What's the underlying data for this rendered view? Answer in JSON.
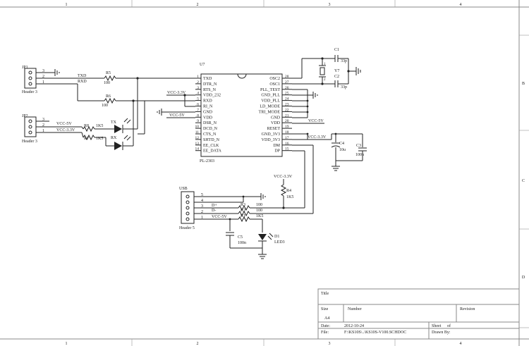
{
  "border": {
    "top_cols": [
      "1",
      "2",
      "3",
      "4"
    ],
    "bottom_cols": [
      "1",
      "2",
      "3",
      "4"
    ],
    "right_rows": [
      "B",
      "C",
      "D"
    ]
  },
  "parts": {
    "jp1": {
      "ref": "JP1",
      "name": "Header 3",
      "pins": [
        "3",
        "2",
        "1"
      ]
    },
    "jp2": {
      "ref": "JP2",
      "name": "Header 3",
      "pins": [
        "3",
        "2",
        "1"
      ]
    },
    "usb": {
      "ref": "USB",
      "name": "Header 5",
      "pins": [
        "5",
        "4",
        "3",
        "2",
        "1"
      ]
    },
    "u7": {
      "ref": "U7",
      "name": "PL-2303",
      "left_pins": [
        {
          "num": "1",
          "name": "TXD"
        },
        {
          "num": "2",
          "name": "DTR_N"
        },
        {
          "num": "3",
          "name": "RTS_N"
        },
        {
          "num": "4",
          "name": "VDD_232"
        },
        {
          "num": "5",
          "name": "RXD"
        },
        {
          "num": "6",
          "name": "RI_N"
        },
        {
          "num": "7",
          "name": "GND"
        },
        {
          "num": "8",
          "name": "VDD"
        },
        {
          "num": "9",
          "name": "DSR_N"
        },
        {
          "num": "10",
          "name": "DCD_N"
        },
        {
          "num": "11",
          "name": "CTS_N"
        },
        {
          "num": "12",
          "name": "SHTD_N"
        },
        {
          "num": "13",
          "name": "EE_CLK"
        },
        {
          "num": "14",
          "name": "EE_DATA"
        }
      ],
      "right_pins": [
        {
          "num": "28",
          "name": "OSC2"
        },
        {
          "num": "27",
          "name": "OSC1"
        },
        {
          "num": "26",
          "name": "PLL_TEST"
        },
        {
          "num": "25",
          "name": "GND_PLL"
        },
        {
          "num": "24",
          "name": "VDD_PLL"
        },
        {
          "num": "23",
          "name": "LD_MODE"
        },
        {
          "num": "22",
          "name": "TRI_MODE"
        },
        {
          "num": "21",
          "name": "GND"
        },
        {
          "num": "20",
          "name": "VDD"
        },
        {
          "num": "19",
          "name": "RESET"
        },
        {
          "num": "18",
          "name": "GND_3V3"
        },
        {
          "num": "17",
          "name": "VDD_3V3"
        },
        {
          "num": "16",
          "name": "DM"
        },
        {
          "num": "15",
          "name": "DP"
        }
      ]
    },
    "r5": {
      "ref": "R5",
      "value": "100"
    },
    "r6": {
      "ref": "R6",
      "value": "100"
    },
    "r8": {
      "ref": "R8",
      "value": "1K5"
    },
    "r7": {
      "ref": "R7",
      "value": "1K5"
    },
    "r4": {
      "ref": "R4",
      "value": "1K5"
    },
    "r3": {
      "ref": "R3",
      "value": "100"
    },
    "r2": {
      "ref": "R2",
      "value": "100"
    },
    "r1": {
      "ref": "R1",
      "value": "1K5"
    },
    "c1": {
      "ref": "C1",
      "value": "33p"
    },
    "c2": {
      "ref": "C2",
      "value": "33p"
    },
    "c3": {
      "ref": "C3",
      "value": "100n"
    },
    "c4": {
      "ref": "C4",
      "value": "10u"
    },
    "c5": {
      "ref": "C5",
      "value": "100n"
    },
    "y7": {
      "ref": "Y7",
      "pin1": "1",
      "pin2": "2"
    },
    "tx": {
      "ref": "TX"
    },
    "rx": {
      "ref": "RX"
    },
    "d1": {
      "ref": "D1",
      "value": "LED3"
    }
  },
  "nets": {
    "txd": "TXD",
    "rxd": "RXD",
    "vcc5": "VCC-5V",
    "vcc33": "VCC-3.3V",
    "dplus": "D+",
    "dminus": "D-"
  },
  "title_block": {
    "title_label": "Title",
    "size_label": "Size",
    "size_value": "A4",
    "number_label": "Number",
    "revision_label": "Revision",
    "date_label": "Date:",
    "date_value": "2012-10-24",
    "file_label": "File:",
    "file_value": "F:\\KS10S\\..\\KS10S-V100.SCHDOC",
    "sheet_label": "Sheet",
    "of_label": "of",
    "drawn_label": "Drawn By:"
  }
}
